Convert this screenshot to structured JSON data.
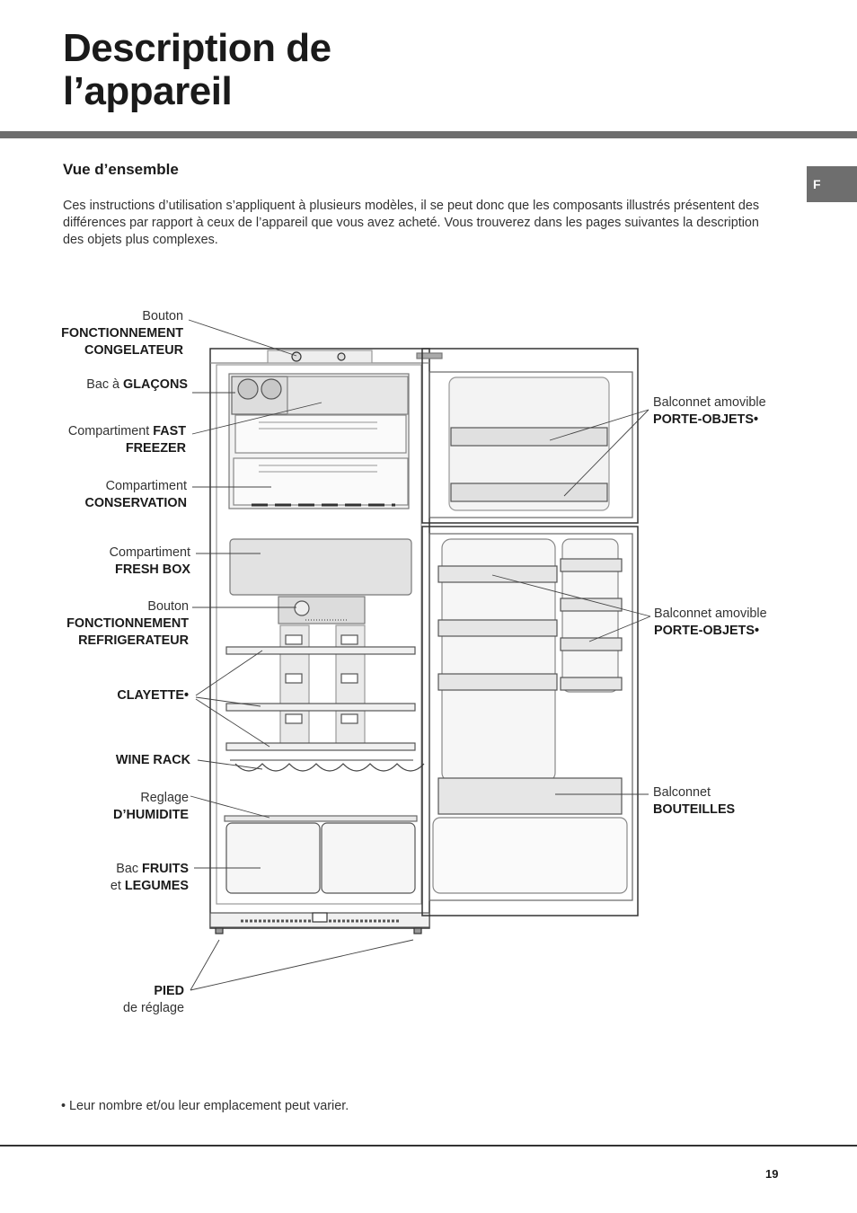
{
  "title": {
    "line1": "Description de",
    "line2": "l’appareil"
  },
  "side_tab": "F",
  "section_title": "Vue d’ensemble",
  "intro": "Ces instructions d’utilisation s’appliquent à plusieurs modèles, il se peut donc que les composants illustrés présentent des différences par rapport à ceux de l’appareil que vous avez acheté. Vous trouverez dans les pages suivantes la description des objets plus complexes.",
  "labels": {
    "freezer_button": {
      "line1": "Bouton",
      "line2": "FONCTIONNEMENT",
      "line3": "CONGELATEUR"
    },
    "ice_tray": {
      "prefix": "Bac à ",
      "bold": "GLAÇONS"
    },
    "fast_freezer": {
      "prefix": "Compartiment ",
      "bold1": "FAST",
      "bold2": "FREEZER"
    },
    "conservation": {
      "line1": "Compartiment",
      "line2": "CONSERVATION"
    },
    "fresh_box": {
      "line1": "Compartiment",
      "line2": "FRESH BOX"
    },
    "fridge_button": {
      "line1": "Bouton",
      "line2": "FONCTIONNEMENT",
      "line3": "REFRIGERATEUR"
    },
    "shelf": {
      "bold": "CLAYETTE",
      "mark": "•"
    },
    "wine_rack": "WINE RACK",
    "humidity": {
      "line1": "Reglage",
      "line2": "D’HUMIDITE"
    },
    "crisper": {
      "prefix1": "Bac ",
      "bold1": "FRUITS",
      "prefix2": "et ",
      "bold2": "LEGUMES"
    },
    "foot": {
      "line1": "PIED",
      "line2": "de réglage"
    },
    "door_balcony_top": {
      "line1": "Balconnet amovible",
      "line2": "PORTE-OBJETS",
      "mark": "•"
    },
    "door_balcony_mid": {
      "line1": "Balconnet amovible",
      "line2": "PORTE-OBJETS",
      "mark": "•"
    },
    "bottle_balcony": {
      "line1": "Balconnet",
      "line2": "BOUTEILLES"
    }
  },
  "footnote": "• Leur nombre et/ou leur emplacement peut varier.",
  "page_number": "19"
}
